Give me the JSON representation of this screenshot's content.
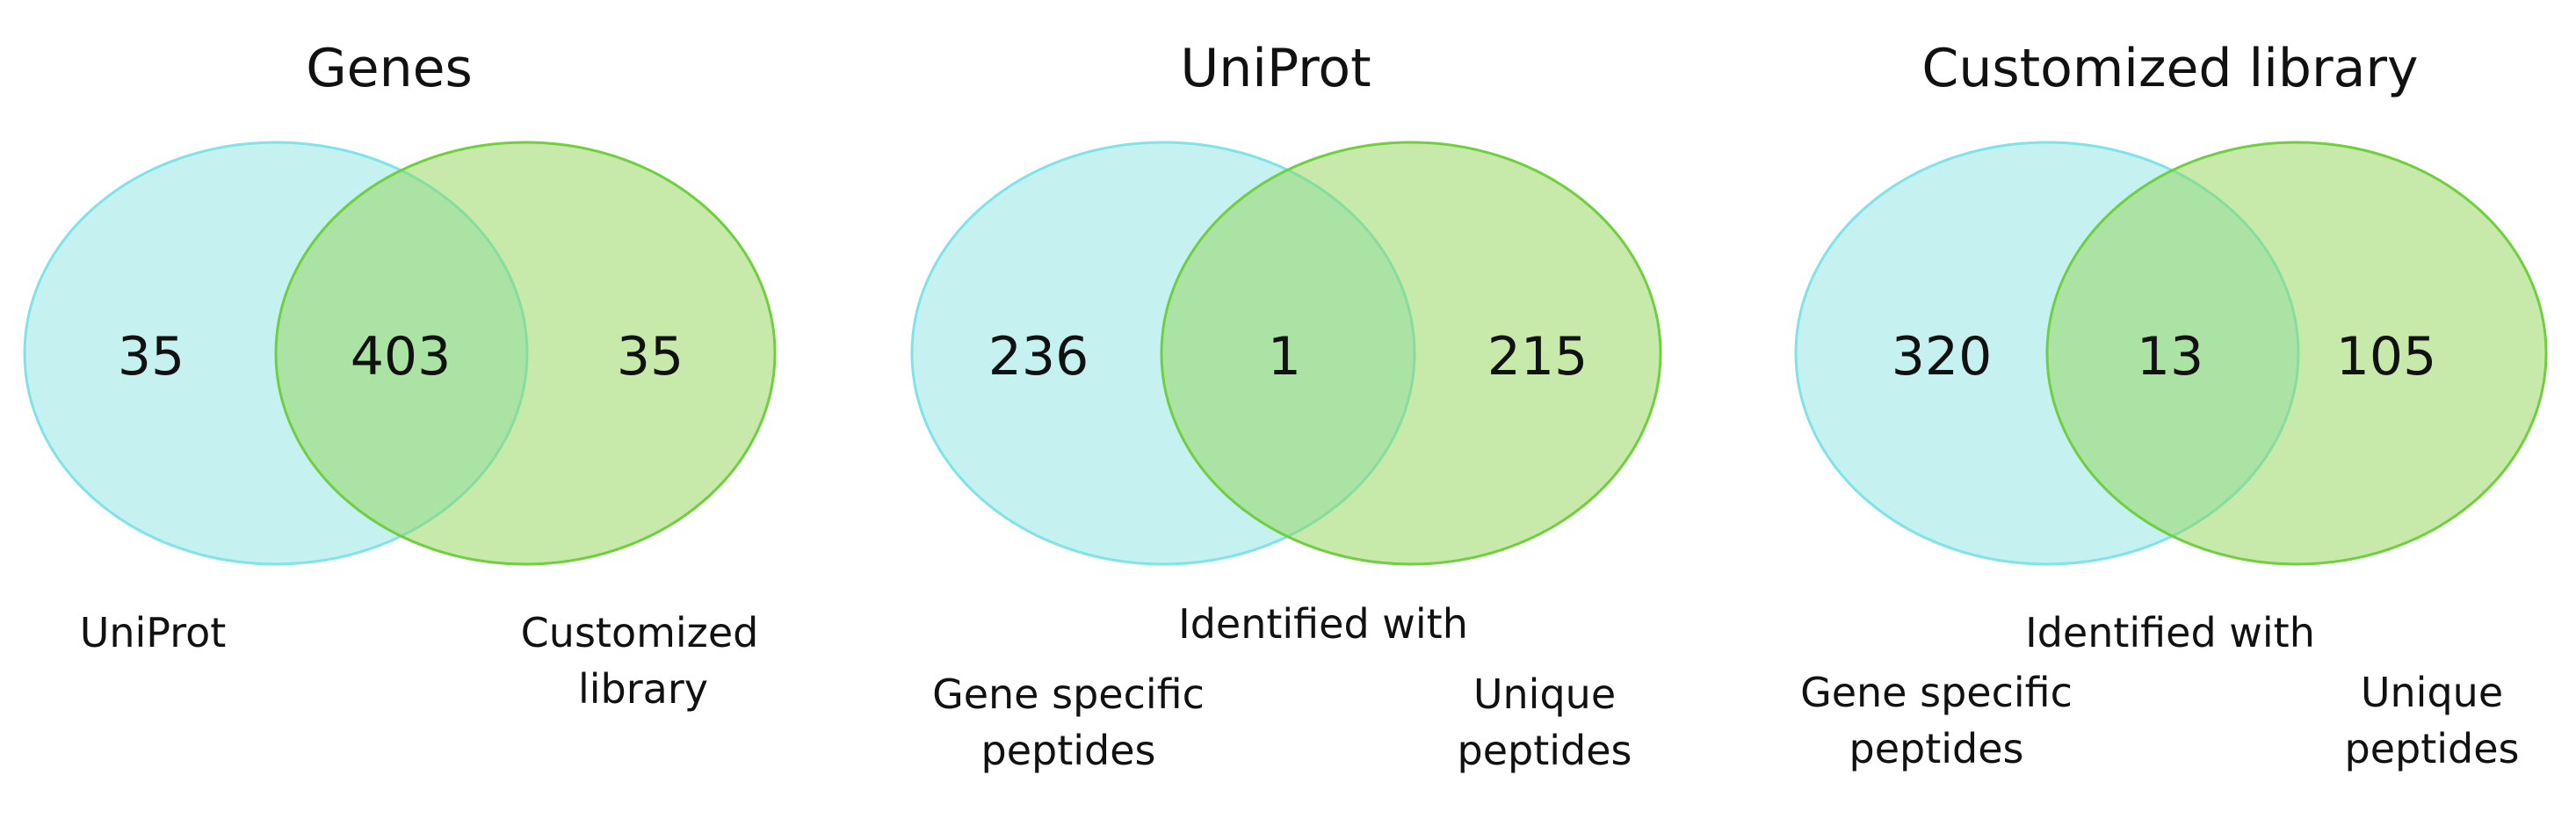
{
  "colors": {
    "left_fill": "#7fdfdf",
    "left_stroke": "#7fe3e8",
    "right_fill": "#8fd655",
    "right_stroke": "#6fcf3f",
    "text": "#111111"
  },
  "panels": [
    {
      "title": "Genes",
      "left_only": "35",
      "overlap": "403",
      "right_only": "35",
      "caption": "",
      "left_label": [
        "UniProt"
      ],
      "right_label": [
        "Customized",
        "library"
      ]
    },
    {
      "title": "UniProt",
      "left_only": "236",
      "overlap": "1",
      "right_only": "215",
      "caption": "Identified with",
      "left_label": [
        "Gene specific",
        "peptides"
      ],
      "right_label": [
        "Unique",
        "peptides"
      ]
    },
    {
      "title": "Customized library",
      "left_only": "320",
      "overlap": "13",
      "right_only": "105",
      "caption": "Identified with",
      "left_label": [
        "Gene specific",
        "peptides"
      ],
      "right_label": [
        "Unique",
        "peptides"
      ]
    }
  ]
}
